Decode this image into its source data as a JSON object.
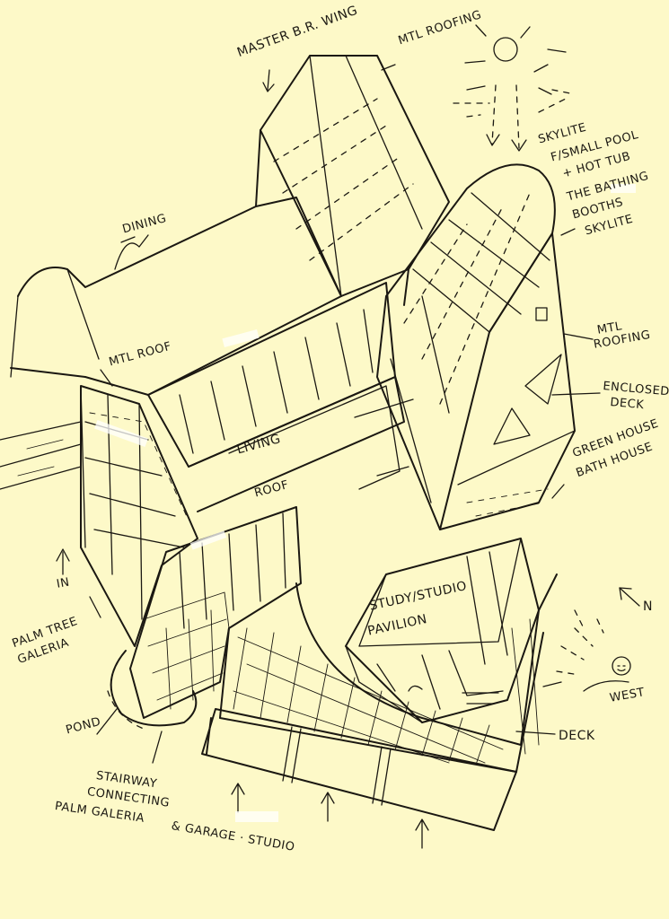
{
  "labels": {
    "master_br_wing": "MASTER B.R. WING",
    "mtl_roofing_top": "MTL ROOFING",
    "skylite": "SKYLITE",
    "small_pool": "F/SMALL POOL",
    "hot_tub": "+ HOT TUB",
    "bathing": "THE BATHING",
    "booths": "BOOTHS",
    "skylite_2": "SKYLITE",
    "dining": "DINING",
    "mtl_roof": "MTL ROOF",
    "mtl_roofing_right_1": "MTL",
    "mtl_roofing_right_2": "ROOFING",
    "enclosed_1": "ENCLOSED",
    "enclosed_2": "DECK",
    "living": "LIVING",
    "roof": "ROOF",
    "green_house": "GREEN HOUSE",
    "bath_house": "BATH HOUSE",
    "in": "IN",
    "palm_tree_1": "PALM TREE",
    "palm_tree_2": "GALERIA",
    "study_studio": "STUDY/STUDIO",
    "pavilion": "PAVILION",
    "north": "N",
    "west": "WEST",
    "pond": "POND",
    "deck": "DECK",
    "stairway_1": "STAIRWAY",
    "stairway_2": "CONNECTING",
    "stairway_3": "PALM GALERIA",
    "garage_studio": "& GARAGE · STUDIO"
  },
  "colors": {
    "paper": "#fdf9c8",
    "ink": "#1b1812",
    "whiteout": "#ffffff"
  }
}
